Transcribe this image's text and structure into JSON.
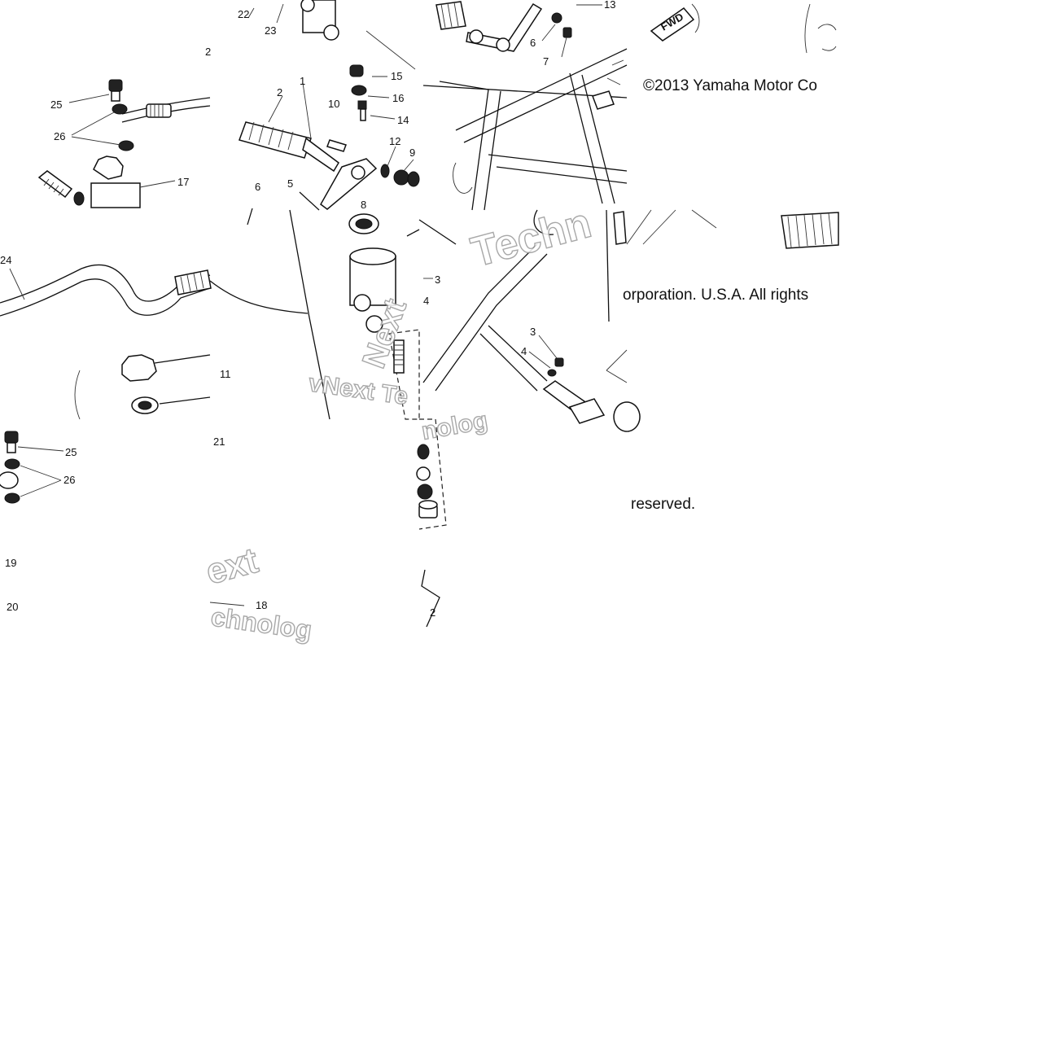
{
  "copyright": {
    "line1": "©2013 Yamaha Motor Co",
    "line2": "orporation. U.S.A. All rights",
    "line3": "reserved."
  },
  "watermarks": [
    "Techn",
    "Next",
    "vNext Te",
    "ext",
    "chnolog",
    "nolog"
  ],
  "fwd_label": "FWD",
  "callouts": {
    "c22": "22",
    "c23": "23",
    "c13": "13",
    "c6": "6",
    "c7": "7",
    "c25a": "25",
    "c26a": "26",
    "c17": "17",
    "c2a": "2",
    "c1": "1",
    "c15": "15",
    "c16": "16",
    "c10": "10",
    "c14": "14",
    "c12": "12",
    "c9": "9",
    "c6b": "6",
    "c5": "5",
    "c8": "8",
    "c24": "24",
    "c11": "11",
    "c3": "3",
    "c4": "4",
    "c3b": "3",
    "c4b": "4",
    "c25b": "25",
    "c26b": "26",
    "c21": "21",
    "c19": "19",
    "c20": "20",
    "c18": "18",
    "c2b": "2",
    "c2c": "2"
  }
}
